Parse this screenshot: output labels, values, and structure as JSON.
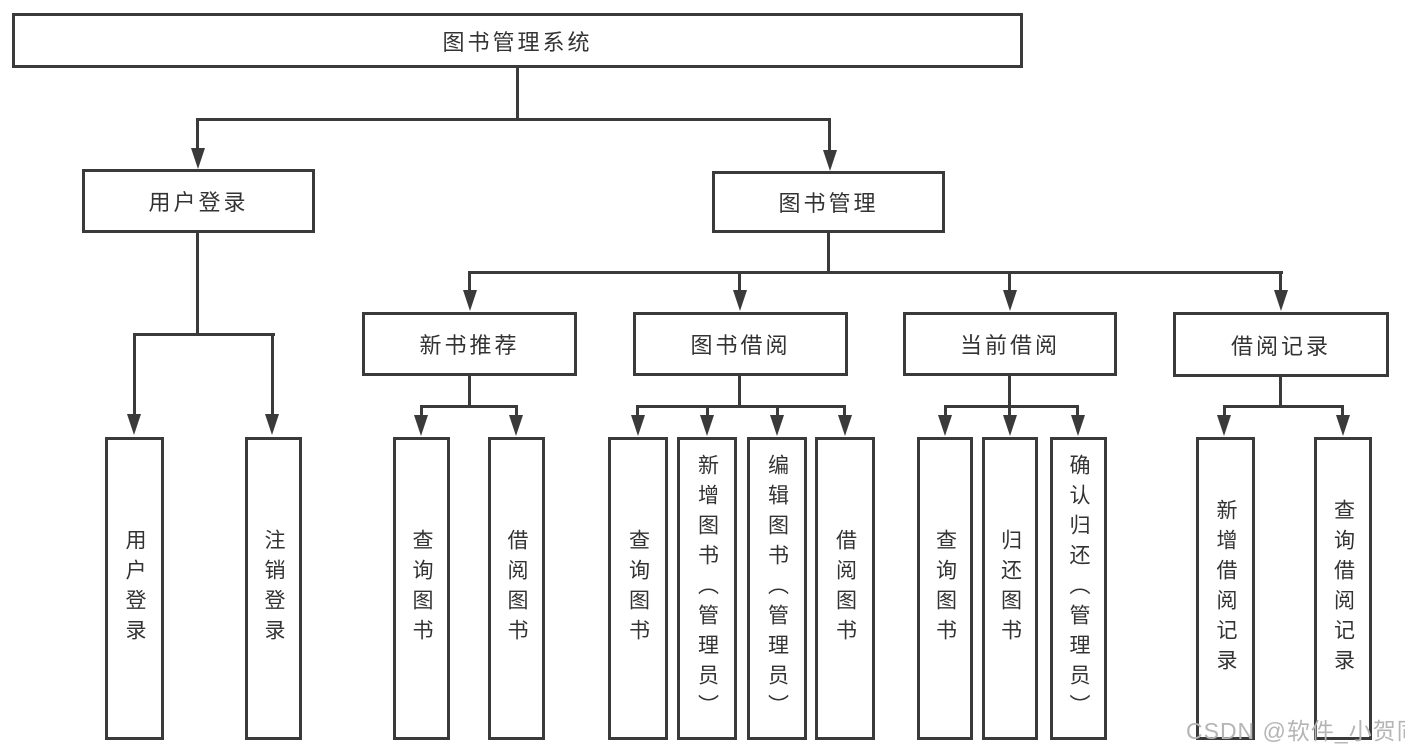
{
  "diagram": {
    "type": "org-tree",
    "root": {
      "label": "图书管理系统"
    },
    "level2": [
      {
        "id": "user-login",
        "label": "用户登录",
        "parent": "图书管理系统"
      },
      {
        "id": "book-management",
        "label": "图书管理",
        "parent": "图书管理系统"
      }
    ],
    "level3": [
      {
        "id": "new-book-recommendation",
        "label": "新书推荐",
        "parent": "图书管理"
      },
      {
        "id": "book-borrowing",
        "label": "图书借阅",
        "parent": "图书管理"
      },
      {
        "id": "current-borrowing",
        "label": "当前借阅",
        "parent": "图书管理"
      },
      {
        "id": "borrowing-records",
        "label": "借阅记录",
        "parent": "图书管理"
      }
    ],
    "leaves": [
      {
        "id": "user-login-leaf",
        "label": "用户登录",
        "parent": "用户登录"
      },
      {
        "id": "logout",
        "label": "注销登录",
        "parent": "用户登录"
      },
      {
        "id": "query-books-recommend",
        "label": "查询图书",
        "parent": "新书推荐"
      },
      {
        "id": "borrow-books-recommend",
        "label": "借阅图书",
        "parent": "新书推荐"
      },
      {
        "id": "query-books-borrowing",
        "label": "查询图书",
        "parent": "图书借阅"
      },
      {
        "id": "add-book-admin",
        "label": "新增图书（管理员）",
        "parent": "图书借阅"
      },
      {
        "id": "edit-book-admin",
        "label": "编辑图书（管理员）",
        "parent": "图书借阅"
      },
      {
        "id": "borrow-books-borrowing",
        "label": "借阅图书",
        "parent": "图书借阅"
      },
      {
        "id": "query-books-current",
        "label": "查询图书",
        "parent": "当前借阅"
      },
      {
        "id": "return-books",
        "label": "归还图书",
        "parent": "当前借阅"
      },
      {
        "id": "confirm-return-admin",
        "label": "确认归还（管理员）",
        "parent": "当前借阅"
      },
      {
        "id": "add-borrow-record",
        "label": "新增借阅记录",
        "parent": "借阅记录"
      },
      {
        "id": "query-borrow-record",
        "label": "查询借阅记录",
        "parent": "借阅记录"
      }
    ],
    "colors": {
      "line": "#3a3a3a",
      "text": "#333333",
      "background": "#ffffff",
      "watermark": "#b5b5b5"
    }
  },
  "watermark": {
    "text": "CSDN @软件_小贺同学"
  }
}
